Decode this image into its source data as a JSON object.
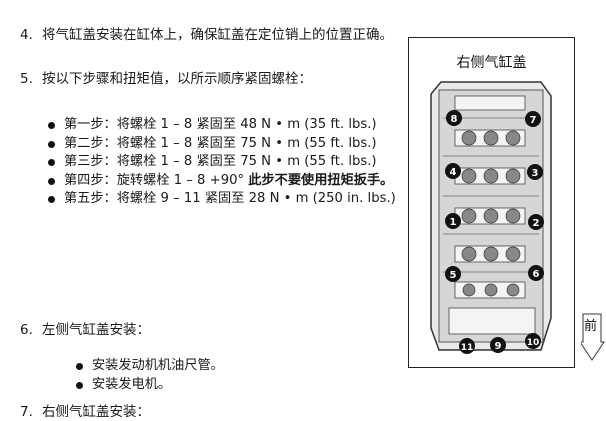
{
  "steps": [
    {
      "num": "4.",
      "text": "将气缸盖安装在缸体上，确保缸盖在定位销上的位置正确。"
    },
    {
      "num": "5.",
      "text": "按以下步骤和扭矩值，以所示顺序紧固螺栓："
    },
    {
      "num": "6.",
      "text": "左侧气缸盖安装："
    },
    {
      "num": "7.",
      "text": "右侧气缸盖安装："
    }
  ],
  "torque_steps": [
    {
      "text": "第一步：将螺栓 1 – 8 紧固至 48 N • m (35 ft. lbs.)",
      "bold": ""
    },
    {
      "text": "第二步：将螺栓 1 – 8 紧固至 75 N • m (55 ft. lbs.)",
      "bold": ""
    },
    {
      "text": "第三步：将螺栓 1 – 8 紧固至 75 N • m (55 ft. lbs.)",
      "bold": ""
    },
    {
      "text": "第四步：旋转螺栓 1 – 8 +90° ",
      "bold": "此步不要使用扭矩扳手。"
    },
    {
      "text": "第五步：将螺栓 9 – 11 紧固至 28 N • m (250 in. lbs.)",
      "bold": ""
    }
  ],
  "left_head_steps": [
    "安装发动机机油尺管。",
    "安装发电机。"
  ],
  "figure": {
    "title": "右侧气缸盖",
    "front_label": "前",
    "bolt_labels": [
      "8",
      "7",
      "4",
      "3",
      "1",
      "2",
      "5",
      "6",
      "11",
      "9",
      "10"
    ]
  }
}
